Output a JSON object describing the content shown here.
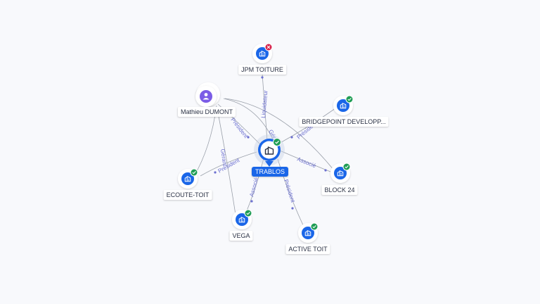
{
  "colors": {
    "company": "#1a66e8",
    "person": "#7b5ce6",
    "active": "#1f9d55",
    "closed": "#d6204a",
    "edge": "#9aa0aa",
    "edge_label": "#6b6fd0"
  },
  "nodes": {
    "trablos": {
      "label": "TRABLOS",
      "type": "company",
      "status": "active",
      "icon": "building-icon"
    },
    "jpm": {
      "label": "JPM TOITURE",
      "type": "company",
      "status": "closed",
      "icon": "building-icon"
    },
    "mathieu": {
      "label": "Mathieu DUMONT",
      "type": "person",
      "icon": "person-icon"
    },
    "bridgepoint": {
      "label": "BRIDGEPOINT DEVELOPP...",
      "type": "company",
      "status": "active",
      "icon": "building-icon"
    },
    "block24": {
      "label": "BLOCK 24",
      "type": "company",
      "status": "active",
      "icon": "building-icon"
    },
    "ecoute": {
      "label": "ECOUTE-TOIT",
      "type": "company",
      "status": "active",
      "icon": "building-icon"
    },
    "vega": {
      "label": "VEGA",
      "type": "company",
      "status": "active",
      "icon": "building-icon"
    },
    "activetoit": {
      "label": "ACTIVE TOIT",
      "type": "company",
      "status": "active",
      "icon": "building-icon"
    }
  },
  "edges": {
    "liquidateur": "Liquidateur",
    "president_mathieu": "Président",
    "gerant_mathieu": "Gérant",
    "president_bridgepoint": "Préside",
    "associe_block24": "Associé",
    "president_ecoute": "Président",
    "gerant_ecoute": "Gérant",
    "associe_vega": "Associé",
    "president_active": "Président"
  }
}
